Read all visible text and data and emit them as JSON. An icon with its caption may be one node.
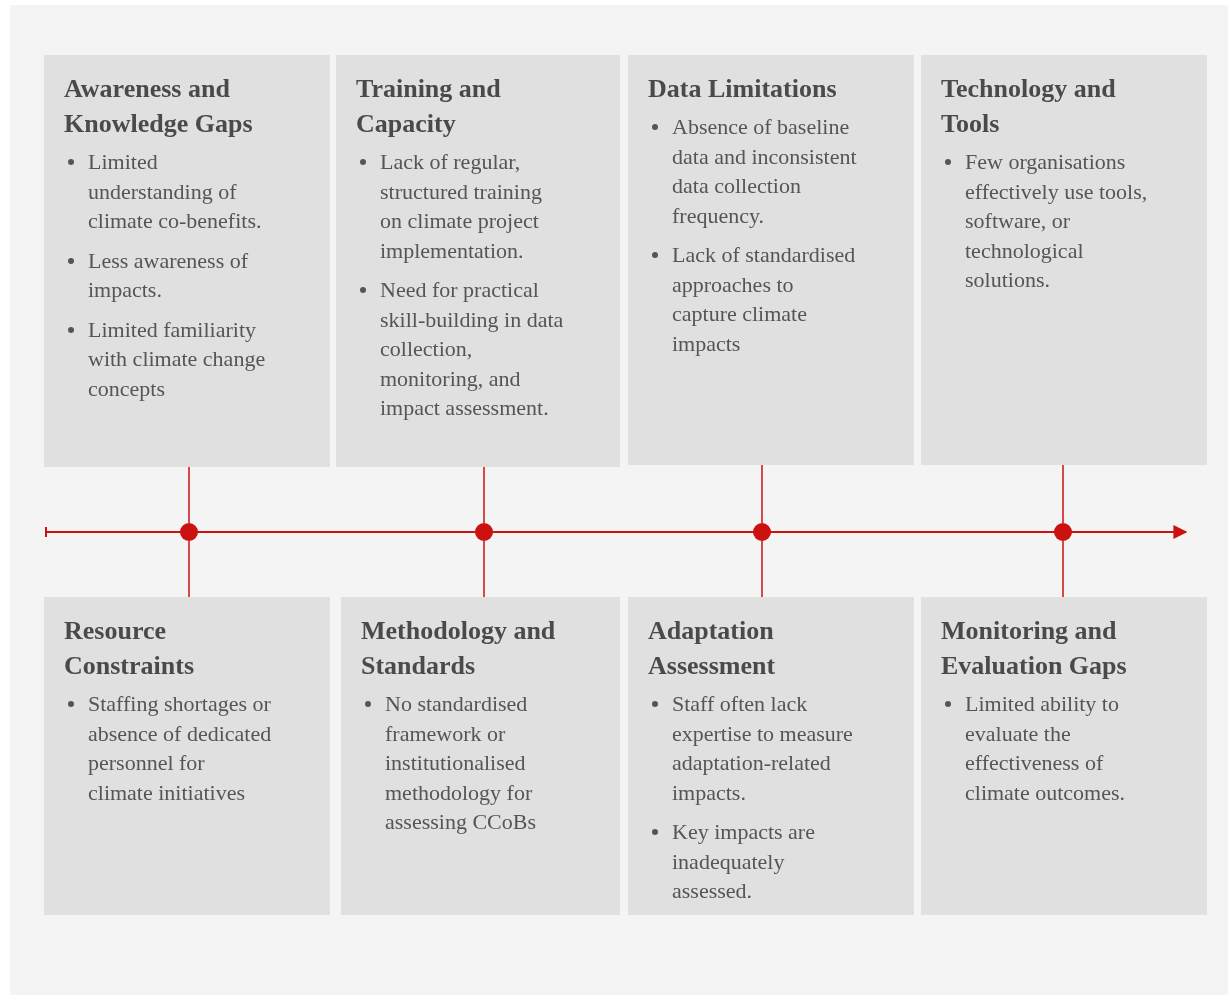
{
  "diagram": {
    "nodes": [
      {
        "text": [
          "Awareness and Knowledge Gaps",
          "Limited understanding of climate co-benefits.",
          "Less awareness of impacts.",
          "Limited familiarity with climate change concepts"
        ]
      },
      {
        "text": [
          "Training and Capacity",
          "Lack of regular, structured training on climate project implementation.",
          "Need for practical skill-building in data collection, monitoring, and impact assessment."
        ]
      },
      {
        "text": [
          "Data Limitations",
          "Absence of baseline data and inconsistent data collection frequency.",
          "Lack of standardised approaches to capture climate impacts"
        ]
      },
      {
        "text": [
          "Technology and Tools",
          "Few organisations effectively use tools, software, or technological solutions."
        ]
      },
      {
        "text": [],
        "shape": "circle"
      },
      {
        "text": [],
        "shape": "circle"
      },
      {
        "text": [],
        "shape": "circle"
      },
      {
        "text": [],
        "shape": "circle"
      },
      {
        "text": [
          "Resource Constraints",
          "Staffing shortages or absence of dedicated personnel for climate initiatives"
        ]
      },
      {
        "text": [
          "Methodology and Standards",
          "No standardised framework or institutionalised methodology for assessing CCoBs"
        ]
      },
      {
        "text": [
          "Adaptation Assessment",
          "Staff often lack expertise to measure adaptation-related impacts.",
          "Key impacts are inadequately assessed."
        ]
      },
      {
        "text": [
          "Monitoring and Evaluation Gaps",
          "Limited ability to evaluate the effectiveness of climate outcomes."
        ]
      }
    ],
    "edges": [
      {
        "from": 0,
        "to": 4,
        "arrow": "none"
      },
      {
        "from": 4,
        "to": 8,
        "arrow": "none"
      },
      {
        "from": 1,
        "to": 5,
        "arrow": "none"
      },
      {
        "from": 5,
        "to": 9,
        "arrow": "none"
      },
      {
        "from": 2,
        "to": 6,
        "arrow": "none"
      },
      {
        "from": 6,
        "to": 10,
        "arrow": "none"
      },
      {
        "from": 3,
        "to": 7,
        "arrow": "none"
      },
      {
        "from": 7,
        "to": 11,
        "arrow": "none"
      }
    ]
  }
}
